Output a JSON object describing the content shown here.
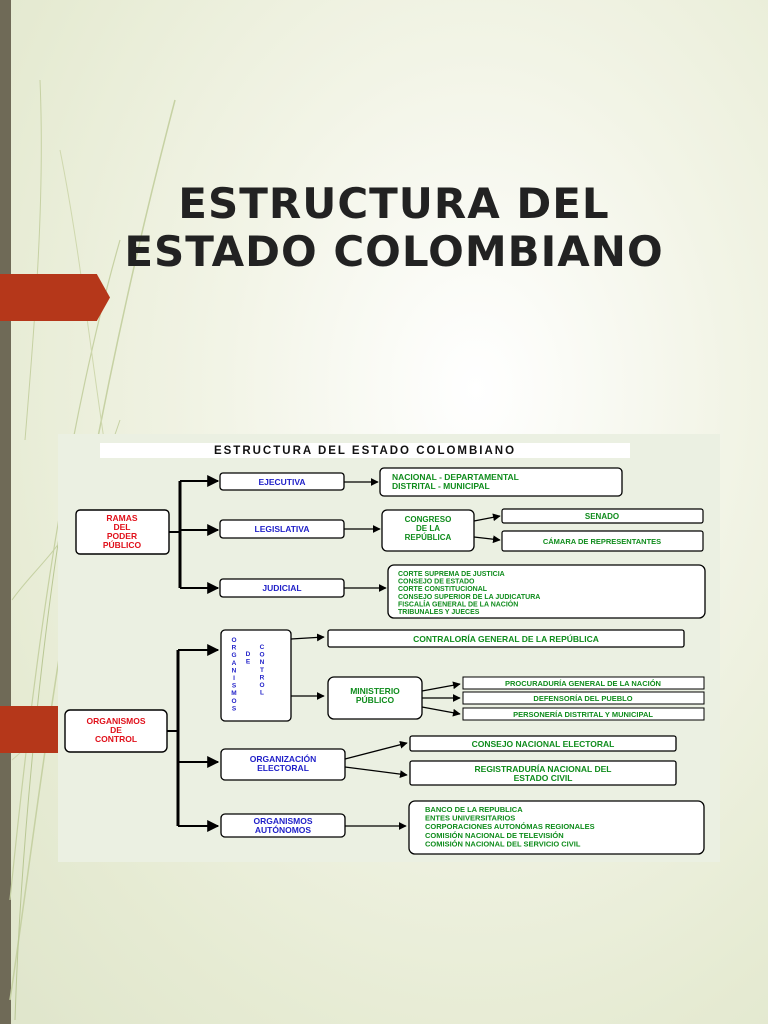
{
  "title": {
    "line1": "ESTRUCTURA DEL",
    "line2": "ESTADO COLOMBIANO"
  },
  "diagram": {
    "header": "ESTRUCTURA DEL ESTADO COLOMBIANO",
    "ramas": {
      "line1": "RAMAS",
      "line2": "DEL",
      "line3": "PODER",
      "line4": "PÚBLICO"
    },
    "ejecutiva": "EJECUTIVA",
    "ejecutiva_detail": {
      "line1": "NACIONAL - DEPARTAMENTAL",
      "line2": "DISTRITAL - MUNICIPAL"
    },
    "legislativa": "LEGISLATIVA",
    "congreso": {
      "line1": "CONGRESO",
      "line2": "DE LA",
      "line3": "REPÚBLICA"
    },
    "senado": "SENADO",
    "camara": "CÁMARA DE REPRESENTANTES",
    "judicial": "JUDICIAL",
    "judicial_items": [
      "CORTE SUPREMA DE JUSTICIA",
      "CONSEJO DE ESTADO",
      "CORTE CONSTITUCIONAL",
      "CONSEJO SUPERIOR DE LA JUDICATURA",
      "FISCALÍA GENERAL DE LA NACIÓN",
      "TRIBUNALES Y JUECES"
    ],
    "organismos_control": {
      "line1": "ORGANISMOS",
      "line2": "DE",
      "line3": "CONTROL"
    },
    "vertical": {
      "col1": [
        "O",
        "R",
        "G",
        "A",
        "N",
        "I",
        "S",
        "M",
        "O",
        "S"
      ],
      "col2": [
        "D",
        "E"
      ],
      "col3": [
        "C",
        "O",
        "N",
        "T",
        "R",
        "O",
        "L"
      ]
    },
    "contraloria": "CONTRALORÍA GENERAL DE LA REPÚBLICA",
    "ministerio": {
      "line1": "MINISTERIO",
      "line2": "PÚBLICO"
    },
    "procuraduria": "PROCURADURÍA GENERAL DE LA NACIÓN",
    "defensoria": "DEFENSORÍA DEL PUEBLO",
    "personeria": "PERSONERÍA DISTRITAL Y MUNICIPAL",
    "org_electoral": {
      "line1": "ORGANIZACIÓN",
      "line2": "ELECTORAL"
    },
    "cne": "CONSEJO NACIONAL ELECTORAL",
    "registraduria": {
      "line1": "REGISTRADURÍA NACIONAL DEL",
      "line2": "ESTADO CIVIL"
    },
    "org_autonomos": {
      "line1": "ORGANISMOS",
      "line2": "AUTÓNOMOS"
    },
    "autonomos_items": [
      "BANCO DE LA REPUBLICA",
      "ENTES UNIVERSITARIOS",
      "CORPORACIONES AUTONÓMAS REGIONALES",
      "COMISIÓN NACIONAL DE TELEVISIÓN",
      "COMISIÓN NACIONAL DEL SERVICIO CIVIL"
    ]
  },
  "colors": {
    "red": "#e0101a",
    "blue": "#1f1fc8",
    "green": "#0f8c1c",
    "accent": "#b5371a"
  }
}
